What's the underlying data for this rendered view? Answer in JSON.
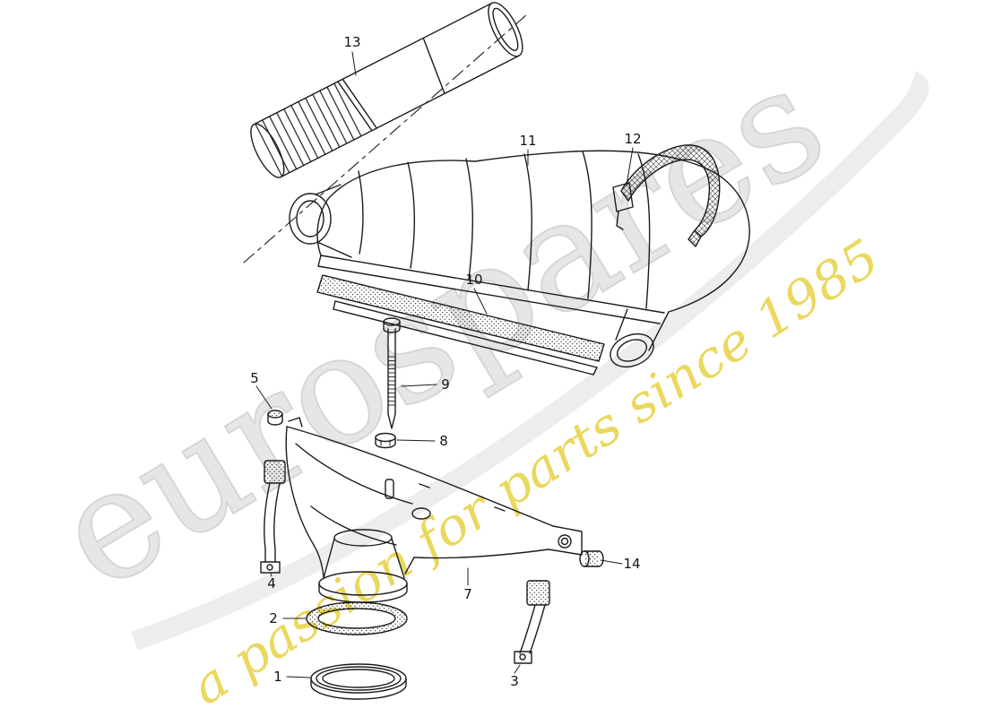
{
  "background": "#ffffff",
  "watermark": {
    "brand": "eurospares",
    "tagline": "a passion for parts since 1985",
    "brand_color": "#dedede",
    "tagline_color": "#e6cf38"
  },
  "diagram": {
    "line_color": "#1c1c1c",
    "callouts": {
      "c1": "1",
      "c2": "2",
      "c3": "3",
      "c4": "4",
      "c5": "5",
      "c7": "7",
      "c8": "8",
      "c9": "9",
      "c10": "10",
      "c11": "11",
      "c12": "12",
      "c13": "13",
      "c14": "14"
    }
  }
}
